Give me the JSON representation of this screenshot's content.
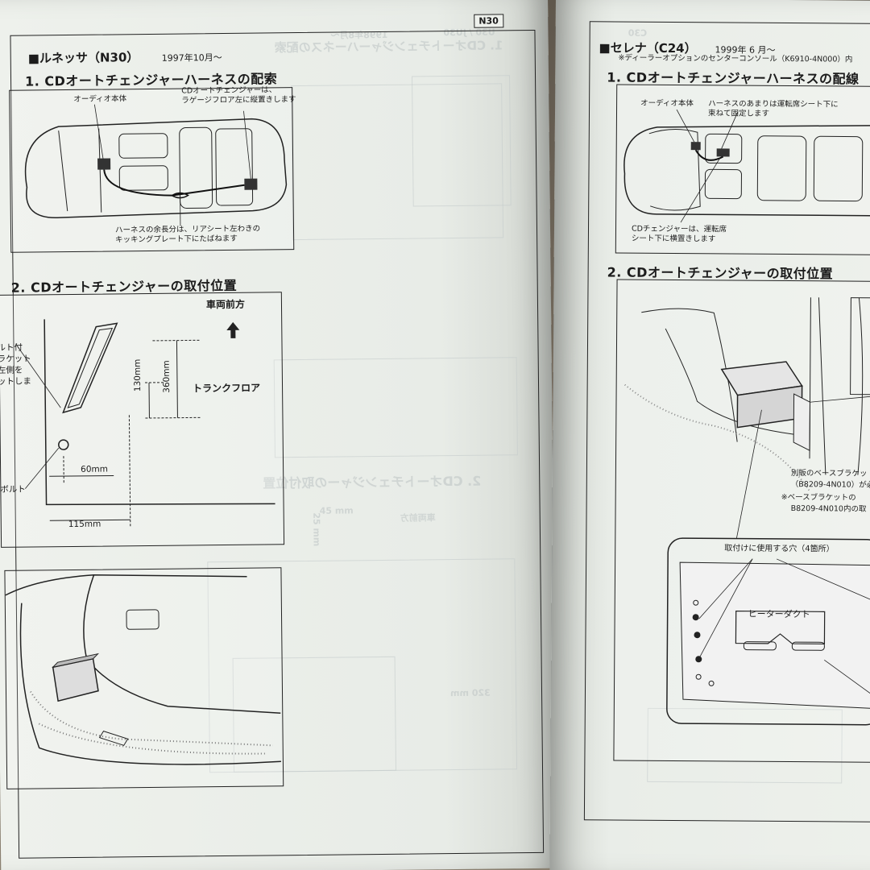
{
  "left_page": {
    "page_tag": "N30",
    "model": "■ルネッサ（N30）",
    "date": "1997年10月～",
    "section1": {
      "title": "1. CDオートチェンジャーハーネスの配索",
      "label_audio": "オーディオ本体",
      "label_changer_1": "CDオートチェンジャーは、",
      "label_changer_2": "ラゲージフロア左に縦置きします",
      "label_harness_1": "ハーネスの余長分は、リアシート左わきの",
      "label_harness_2": "キッキングプレート下にたばねます"
    },
    "section2": {
      "title": "2. CDオートチェンジャーの取付位置",
      "label_front": "車両前方",
      "label_floor": "トランクフロア",
      "label_bracket_1": "ルト付",
      "label_bracket_2": "ラケット",
      "label_bracket_3": "左側を",
      "label_bracket_4": "ットしま",
      "label_bolt": "ボルト",
      "dim_130": "130mm",
      "dim_360": "360mm",
      "dim_60": "60mm",
      "dim_115": "115mm"
    }
  },
  "right_page": {
    "model": "■セレナ（C24）",
    "date": "1999年 6 月～",
    "option_note": "※ディーラーオプションのセンターコンソール（K6910-4N000）内",
    "section1": {
      "title": "1. CDオートチェンジャーハーネスの配線",
      "label_audio": "オーディオ本体",
      "label_harness_1": "ハーネスのあまりは運転席シート下に",
      "label_harness_2": "束ねて固定します",
      "label_changer_1": "CDチェンジャーは、運転席",
      "label_changer_2": "シート下に横置きします"
    },
    "section2": {
      "title": "2. CDオートチェンジャーの取付位置",
      "label_bracket_1": "別販のベースブラケッ",
      "label_bracket_2": "（B8209-4N010）が必",
      "label_bracket_3": "※ベースブラケットの",
      "label_bracket_4": "B8209-4N010内の取",
      "label_holes": "取付けに使用する穴（4箇所）",
      "label_duct": "ヒーターダクト"
    }
  },
  "bleed_through": {
    "g1": "1. CDオートチェンジャーハーネスの配索",
    "g2": "2. CDオートチェンジャーの取付位置",
    "g3": "U30 / JU30",
    "g4": "1998年8月～",
    "g5": "車両前方",
    "g6": "320 mm",
    "g7": "45 mm",
    "g8": "25 mm",
    "g9": "C30"
  }
}
